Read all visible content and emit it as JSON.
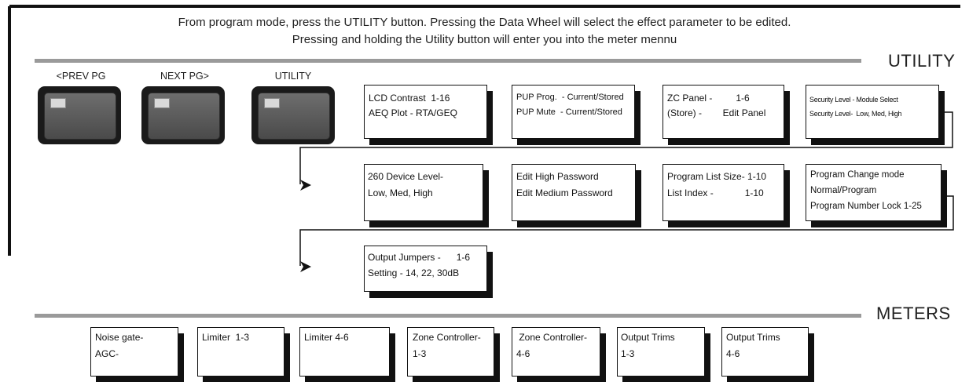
{
  "intro": {
    "line1": "From program mode, press the UTILITY button. Pressing the Data Wheel will select the effect parameter to be edited.",
    "line2": "Pressing and holding the Utility button will enter you into the meter mennu"
  },
  "sections": {
    "utility": "UTILITY",
    "meters": "METERS"
  },
  "buttons": [
    {
      "label": "<PREV PG"
    },
    {
      "label": "NEXT PG>"
    },
    {
      "label": "UTILITY"
    }
  ],
  "utility_boxes": {
    "row1": [
      {
        "line1": "LCD Contrast  1-16",
        "line2": "AEQ Plot - RTA/GEQ"
      },
      {
        "line1": "PUP Prog.  - Current/Stored",
        "line2": "PUP Mute  - Current/Stored"
      },
      {
        "line1": "ZC Panel -         1-6",
        "line2": "(Store) -        Edit Panel"
      },
      {
        "line1": "Security Level - Module Select",
        "line2": "Security Level-  Low, Med, High"
      }
    ],
    "row2": [
      {
        "line1": "260 Device Level-",
        "line2": "Low, Med, High"
      },
      {
        "line1": "Edit High Password",
        "line2": "Edit Medium Password"
      },
      {
        "line1": "Program List Size- 1-10",
        "line2": "List Index -            1-10"
      },
      {
        "line1": "Program Change mode",
        "line2": "Normal/Program",
        "line3": "Program Number Lock 1-25"
      }
    ],
    "row3": [
      {
        "line1": "Output Jumpers -      1-6",
        "line2": "Setting - 14, 22, 30dB"
      }
    ]
  },
  "meter_boxes": [
    {
      "line1": "Noise gate-",
      "line2": "AGC-"
    },
    {
      "line1": "Limiter  1-3",
      "line2": ""
    },
    {
      "line1": "Limiter 4-6",
      "line2": ""
    },
    {
      "line1": "Zone Controller-",
      "line2": "1-3"
    },
    {
      "line1": " Zone Controller-",
      "line2": "4-6"
    },
    {
      "line1": "Output Trims",
      "line2": "1-3"
    },
    {
      "line1": "Output Trims",
      "line2": "4-6"
    }
  ]
}
